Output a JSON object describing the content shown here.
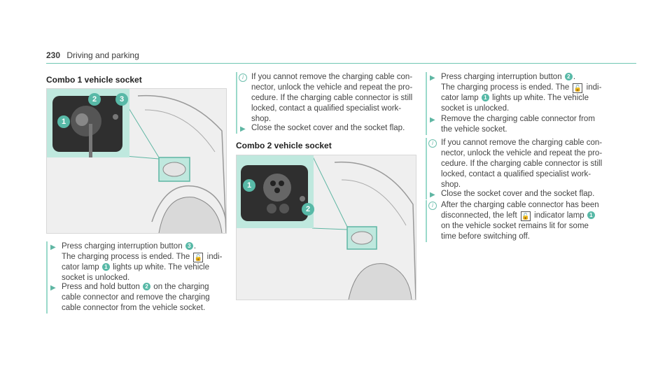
{
  "header": {
    "page_number": "230",
    "section": "Driving and parking"
  },
  "combo1": {
    "heading": "Combo 1 vehicle socket",
    "callouts": [
      "1",
      "2",
      "3"
    ],
    "step1": {
      "a": "Press charging interruption button",
      "n1": "3",
      "b": ".\nThe charging process is ended. The",
      "c": "indi-\ncator lamp",
      "n2": "1",
      "d": "lights up white. The vehicle\nsocket is unlocked."
    },
    "step2": {
      "a": "Press and hold button",
      "n1": "2",
      "b": "on the charging\ncable connector and remove the charging\ncable connector from the vehicle socket."
    }
  },
  "middle": {
    "info": "If you cannot remove the charging cable con-\nnector, unlock the vehicle and repeat the pro-\ncedure. If the charging cable connector is still\nlocked, contact a qualified specialist work-\nshop.",
    "step": "Close the socket cover and the socket flap."
  },
  "combo2": {
    "heading": "Combo 2 vehicle socket",
    "callouts": [
      "1",
      "2"
    ]
  },
  "right": {
    "step1": {
      "a": "Press charging interruption button",
      "n1": "2",
      "b": ".\nThe charging process is ended. The",
      "c": "indi-\ncator lamp",
      "n2": "1",
      "d": "lights up white. The vehicle\nsocket is unlocked."
    },
    "step2": "Remove the charging cable connector from\nthe vehicle socket.",
    "info1": "If you cannot remove the charging cable con-\nnector, unlock the vehicle and repeat the pro-\ncedure. If the charging cable connector is still\nlocked, contact a qualified specialist work-\nshop.",
    "step3": "Close the socket cover and the socket flap.",
    "info2": {
      "a": "After the charging cable connector has been\ndisconnected, the left",
      "b": "indicator lamp",
      "n1": "1",
      "c": "on the vehicle socket remains lit for some\ntime before switching off."
    }
  },
  "icons": {
    "bullet": "▶",
    "info": "i",
    "lock": "🔓"
  },
  "colors": {
    "accent": "#6fc6b2",
    "callout": "#58b9a7"
  }
}
